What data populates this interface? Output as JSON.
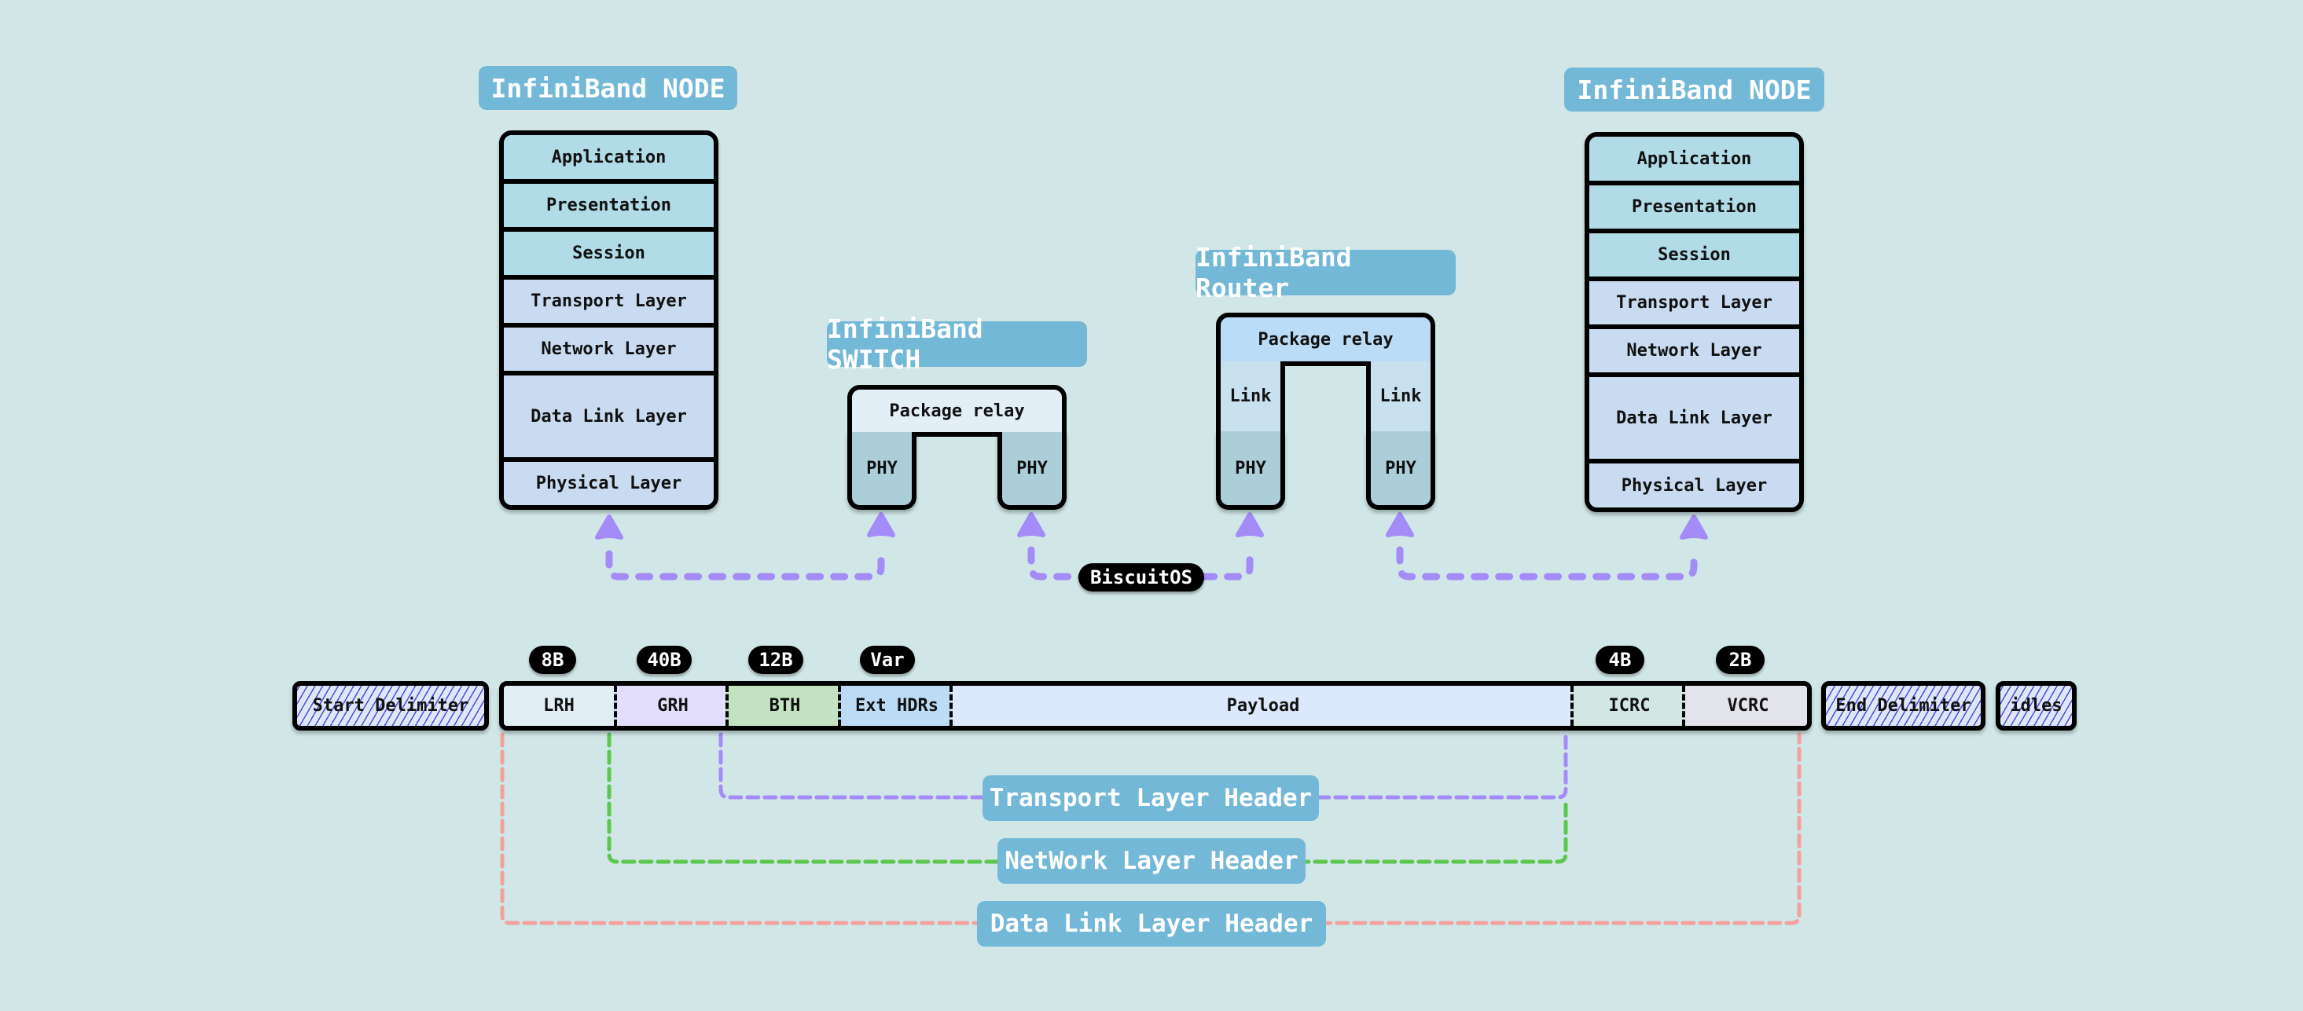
{
  "nodes": {
    "left": {
      "title": "InfiniBand NODE",
      "layers": [
        "Application",
        "Presentation",
        "Session",
        "Transport Layer",
        "Network Layer",
        "Data Link Layer",
        "Physical Layer"
      ]
    },
    "right": {
      "title": "InfiniBand NODE",
      "layers": [
        "Application",
        "Presentation",
        "Session",
        "Transport Layer",
        "Network Layer",
        "Data Link Layer",
        "Physical Layer"
      ]
    }
  },
  "switch": {
    "title": "InfiniBand SWITCH",
    "relay": "Package relay",
    "phy_left": "PHY",
    "phy_right": "PHY"
  },
  "router": {
    "title": "InfiniBand Router",
    "relay": "Package relay",
    "link_left": "Link",
    "link_right": "Link",
    "phy_left": "PHY",
    "phy_right": "PHY"
  },
  "watermark": "BiscuitOS",
  "packet": {
    "start_delimiter": "Start Delimiter",
    "end_delimiter": "End Delimiter",
    "idles": "idles",
    "fields": [
      {
        "name": "LRH",
        "size": "8B",
        "color": "#e1eef4"
      },
      {
        "name": "GRH",
        "size": "40B",
        "color": "#e2defc"
      },
      {
        "name": "BTH",
        "size": "12B",
        "color": "#c3e2c2"
      },
      {
        "name": "Ext HDRs",
        "size": "Var",
        "color": "#bcdcf6"
      },
      {
        "name": "Payload",
        "size": "",
        "color": "#dce8fb"
      },
      {
        "name": "ICRC",
        "size": "4B",
        "color": "#d2e6e3"
      },
      {
        "name": "VCRC",
        "size": "2B",
        "color": "#e3e3ec"
      }
    ]
  },
  "headers": {
    "transport": "Transport Layer Header",
    "network": "NetWork Layer Header",
    "datalink": "Data Link Layer Header"
  },
  "colors": {
    "background": "#d1e6e7",
    "title_bg": "#74b8d7",
    "arrow": "#a38cf8",
    "network_line": "#5cc64f",
    "datalink_line": "#f2a19d"
  }
}
